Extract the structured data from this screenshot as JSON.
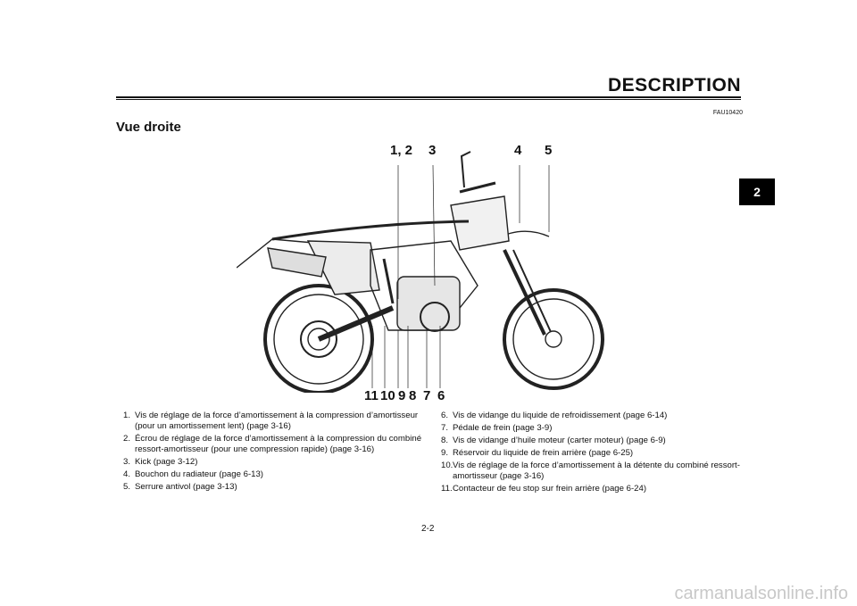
{
  "header": {
    "title": "DESCRIPTION"
  },
  "chapter_tab": "2",
  "reference_code": "FAU10420",
  "section_title": "Vue droite",
  "callouts": {
    "c12": "1, 2",
    "c3": "3",
    "c4": "4",
    "c5": "5",
    "c11": "11",
    "c10": "10",
    "c9": "9",
    "c8": "8",
    "c7": "7",
    "c6": "6"
  },
  "items_left": [
    {
      "n": "1.",
      "text": "Vis de réglage de la force d’amortissement à la compression d’amortisseur (pour un amortissement lent) (page 3-16)"
    },
    {
      "n": "2.",
      "text": "Écrou de réglage de la force d’amortissement à la compression du combiné ressort-amortisseur (pour une compression rapide) (page 3-16)"
    },
    {
      "n": "3.",
      "text": "Kick (page 3-12)"
    },
    {
      "n": "4.",
      "text": "Bouchon du radiateur (page 6-13)"
    },
    {
      "n": "5.",
      "text": "Serrure antivol (page 3-13)"
    }
  ],
  "items_right": [
    {
      "n": "6.",
      "text": "Vis de vidange du liquide de refroidissement (page 6-14)"
    },
    {
      "n": "7.",
      "text": "Pédale de frein (page 3-9)"
    },
    {
      "n": "8.",
      "text": "Vis de vidange d’huile moteur (carter moteur) (page 6-9)"
    },
    {
      "n": "9.",
      "text": "Réservoir du liquide de frein arrière (page 6-25)"
    },
    {
      "n": "10.",
      "text": "Vis de réglage de la force d’amortissement à la détente du combiné ressort-amortisseur (page 3-16)"
    },
    {
      "n": "11.",
      "text": "Contacteur de feu stop sur frein arrière (page 6-24)"
    }
  ],
  "page_number": "2-2",
  "watermark": "carmanualsonline.info"
}
